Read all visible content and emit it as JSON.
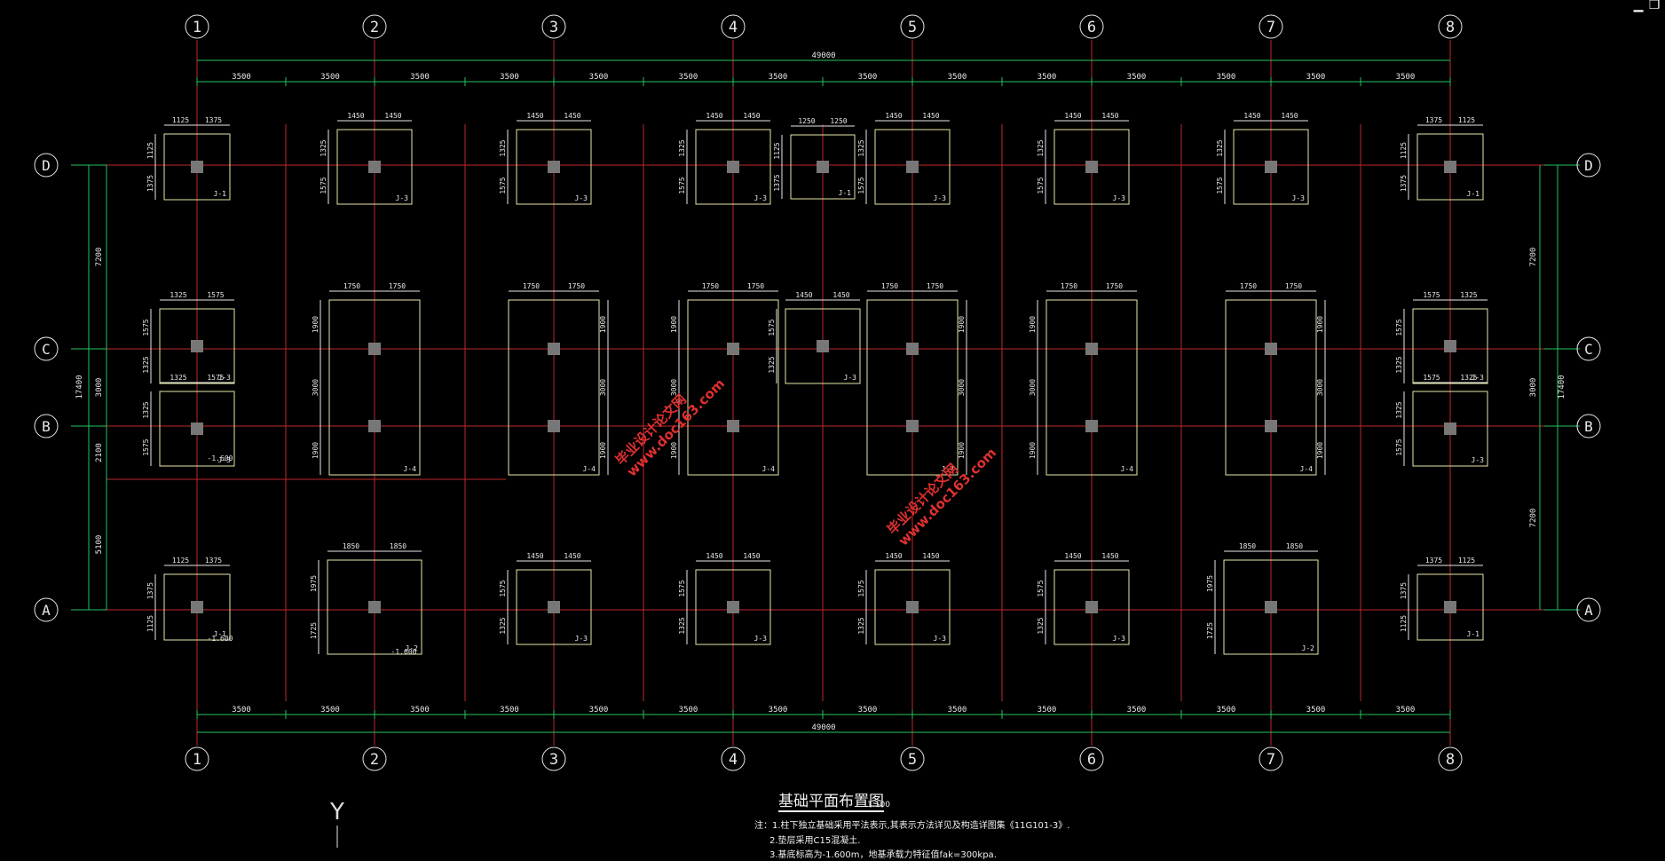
{
  "window": {
    "minimize_glyph": "▁",
    "restore_glyph": "❐"
  },
  "grid": {
    "columns": [
      "1",
      "2",
      "3",
      "4",
      "5",
      "6",
      "7",
      "8"
    ],
    "rows": [
      "D",
      "C",
      "B",
      "A"
    ]
  },
  "dims": {
    "overall_width": "49000",
    "bay": "3500",
    "left_side": [
      "7200",
      "3000",
      "2100",
      "5100"
    ],
    "left_overall": "17400",
    "right_side": [
      "7200",
      "3000",
      "7200"
    ],
    "right_overall": "17400"
  },
  "footings": {
    "j1_label": "J-1",
    "j2_label": "J-2",
    "j3_label": "J-3",
    "j4_label": "J-4",
    "elev": "-1.600",
    "d1125": "1125",
    "d1375": "1375",
    "d1450": "1450",
    "d1250": "1250",
    "d1325": "1325",
    "d1575": "1575",
    "d1750": "1750",
    "d1900": "1900",
    "d3000": "3000",
    "d1850": "1850",
    "d1975": "1975",
    "d1725": "1725"
  },
  "watermark": {
    "line1": "毕业设计论文网",
    "line2": "www.doc163.com"
  },
  "title": {
    "name": "基础平面布置图",
    "scale": "1:100"
  },
  "notes": [
    "注：1.柱下独立基础采用平法表示,其表示方法详见及构造详图集《11G101-3》.",
    "2.垫层采用C15混凝土.",
    "3.基底标高为-1.600m，地基承载力特征值fak=300kpa."
  ],
  "north_label": "Y"
}
